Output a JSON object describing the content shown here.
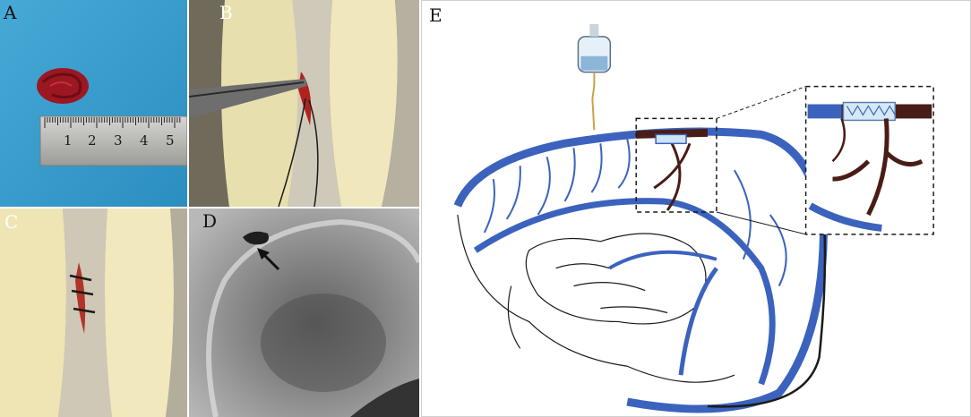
{
  "figure": {
    "panels": [
      {
        "id": "A",
        "label": "A",
        "content": "photo"
      },
      {
        "id": "B",
        "label": "B",
        "content": "photo"
      },
      {
        "id": "C",
        "label": "C",
        "content": "photo"
      },
      {
        "id": "D",
        "label": "D",
        "content": "photo"
      },
      {
        "id": "E",
        "label": "E",
        "content": "illustration"
      }
    ],
    "ruler_numbers": [
      "1",
      "2",
      "3",
      "4",
      "5"
    ],
    "colors": {
      "blue_background": "#2f98c8",
      "tissue_cream": "#efe6b8",
      "specimen_red": "#9c1722",
      "xray_gray": "#8d8d8d",
      "vein_blue": "#3b63bd",
      "vein_dark": "#4a1c16",
      "outline": "#1a1a1a"
    }
  }
}
